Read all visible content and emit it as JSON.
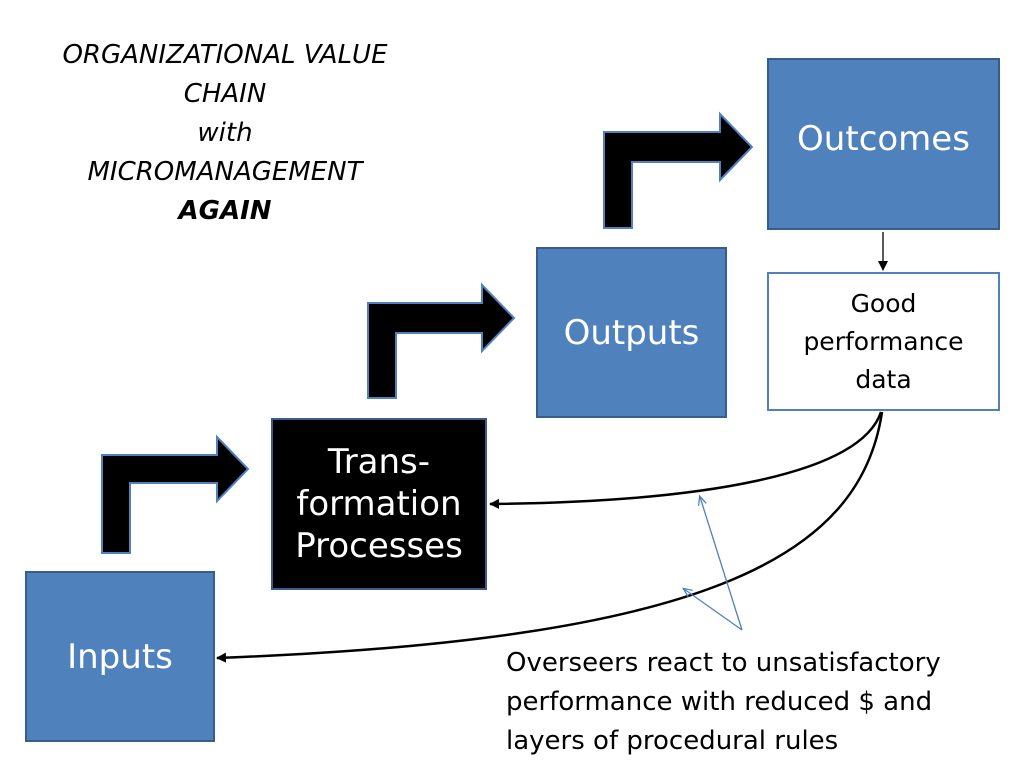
{
  "title": {
    "line1": "ORGANIZATIONAL VALUE",
    "line2": "CHAIN",
    "line3": "with",
    "line4": "MICROMANAGEMENT",
    "line5": "AGAIN"
  },
  "stages": {
    "inputs": "Inputs",
    "transformation": {
      "line1": "Trans-",
      "line2": "formation",
      "line3": "Processes"
    },
    "outputs": "Outputs",
    "outcomes": "Outcomes"
  },
  "performance_box": {
    "line1": "Good",
    "line2": "performance",
    "line3": "data"
  },
  "caption": {
    "line1": "Overseers react to unsatisfactory",
    "line2": "performance with reduced $ and",
    "line3": "layers of procedural rules"
  },
  "colors": {
    "box_fill": "#4f81bd",
    "box_border": "#385d8a",
    "highlight_fill": "#000000",
    "annotation_line": "#4f81bd"
  }
}
